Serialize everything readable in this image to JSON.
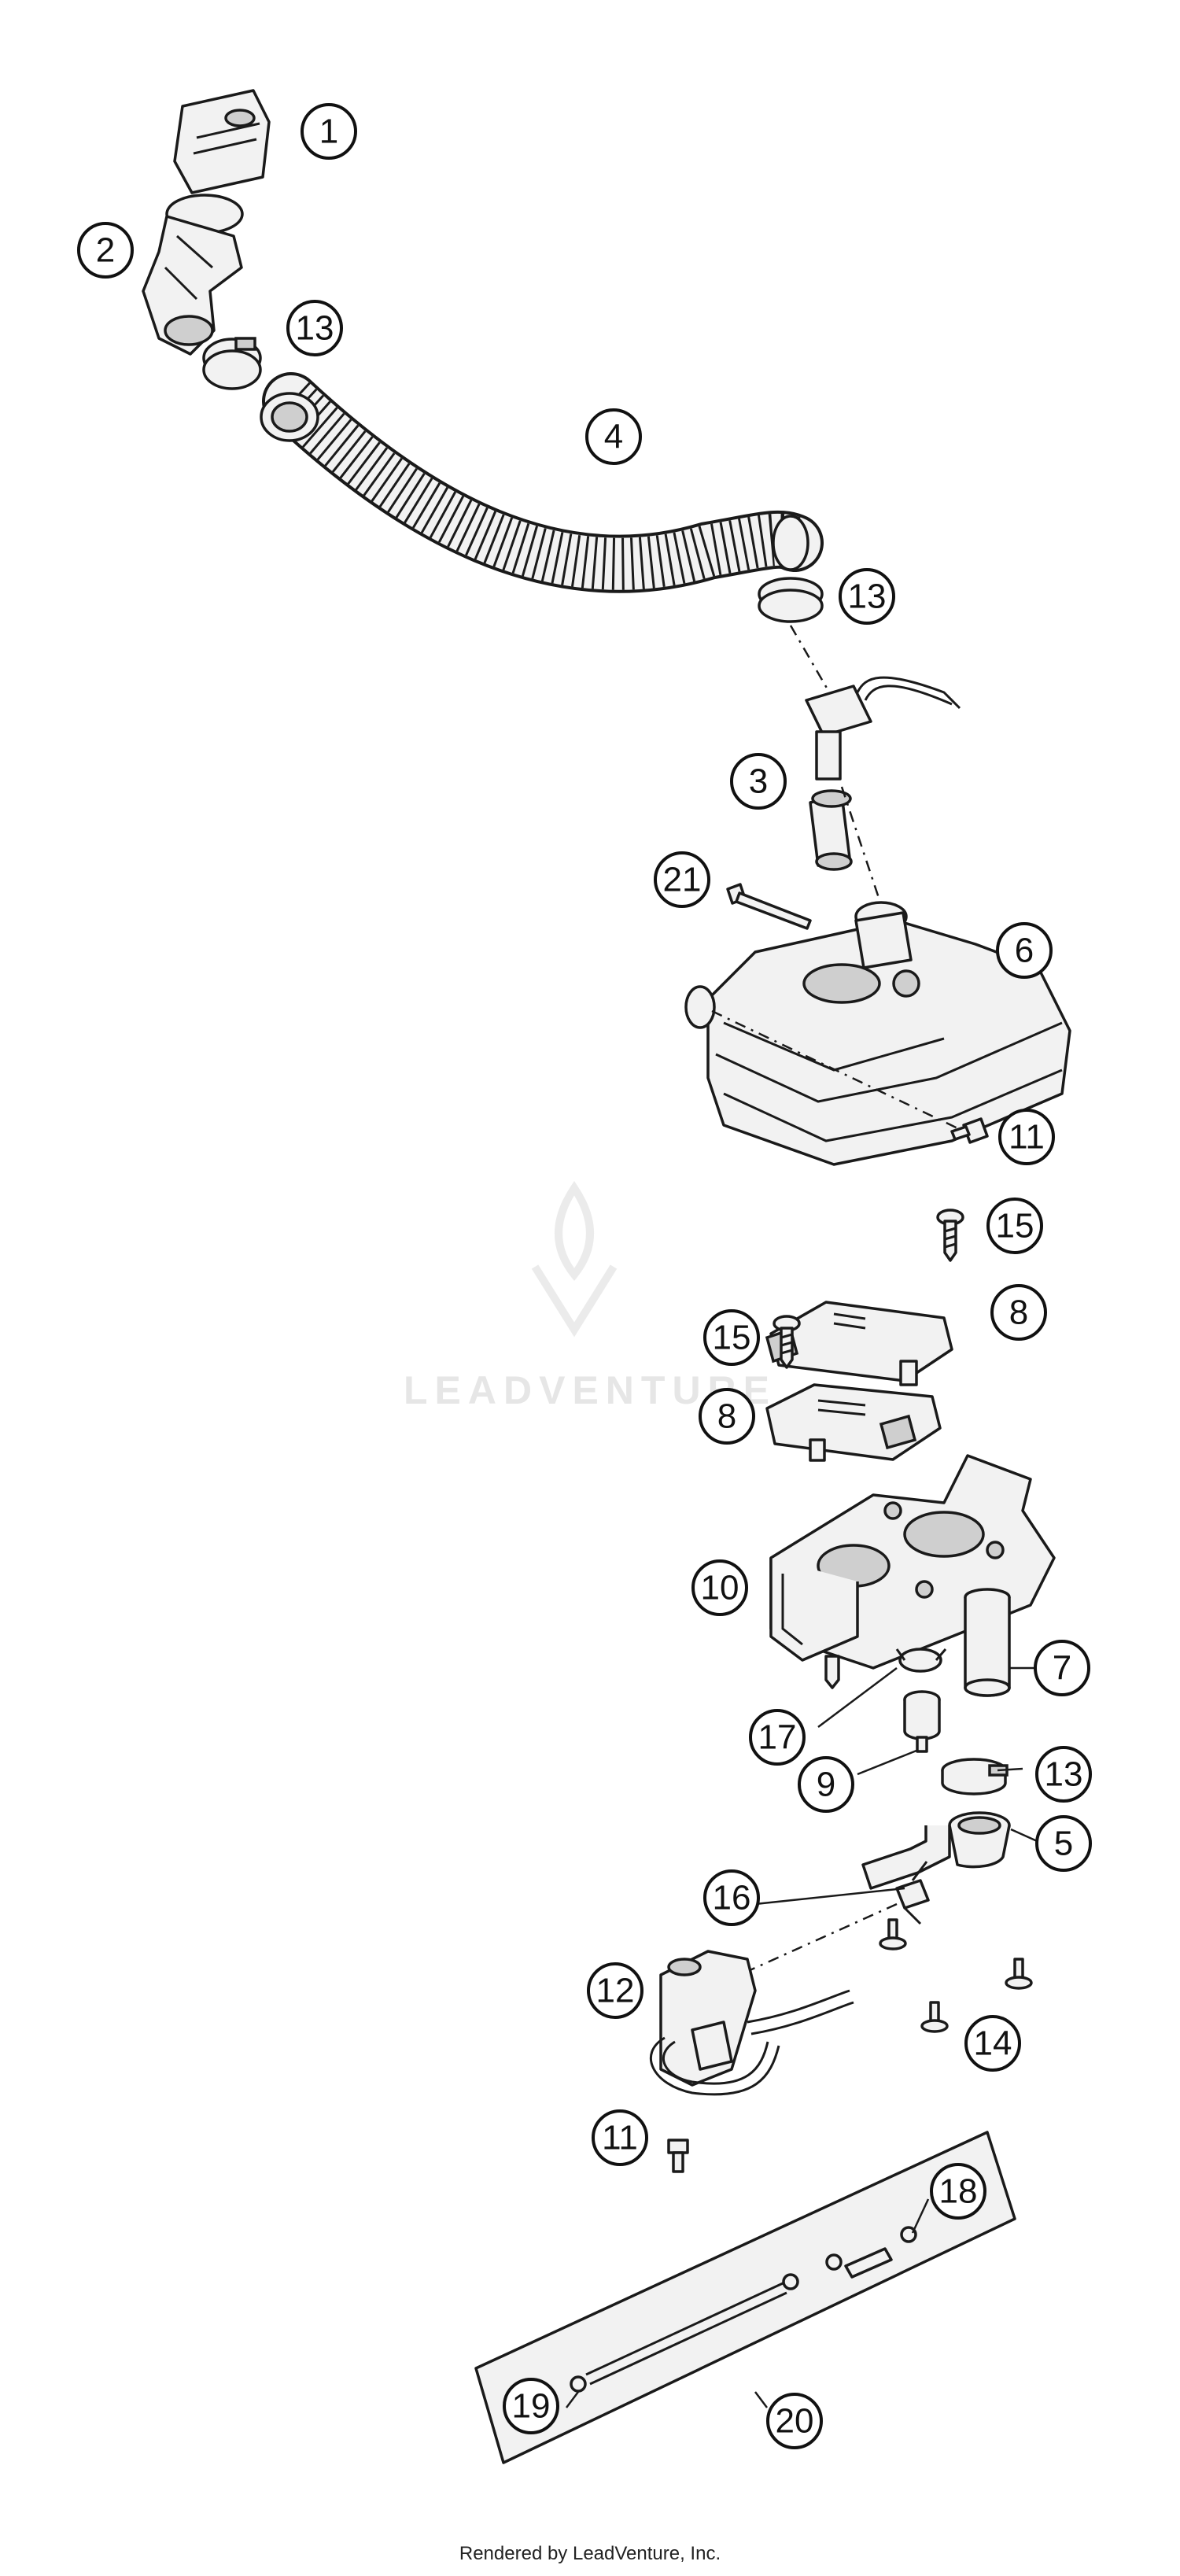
{
  "callouts": [
    "1",
    "2",
    "13",
    "4",
    "13",
    "3",
    "21",
    "6",
    "11",
    "15",
    "8",
    "15",
    "8",
    "10",
    "7",
    "17",
    "9",
    "13",
    "5",
    "16",
    "12",
    "14",
    "11",
    "18",
    "19",
    "20"
  ],
  "watermark": "LEADVENTURE",
  "footer": "Rendered by LeadVenture, Inc."
}
